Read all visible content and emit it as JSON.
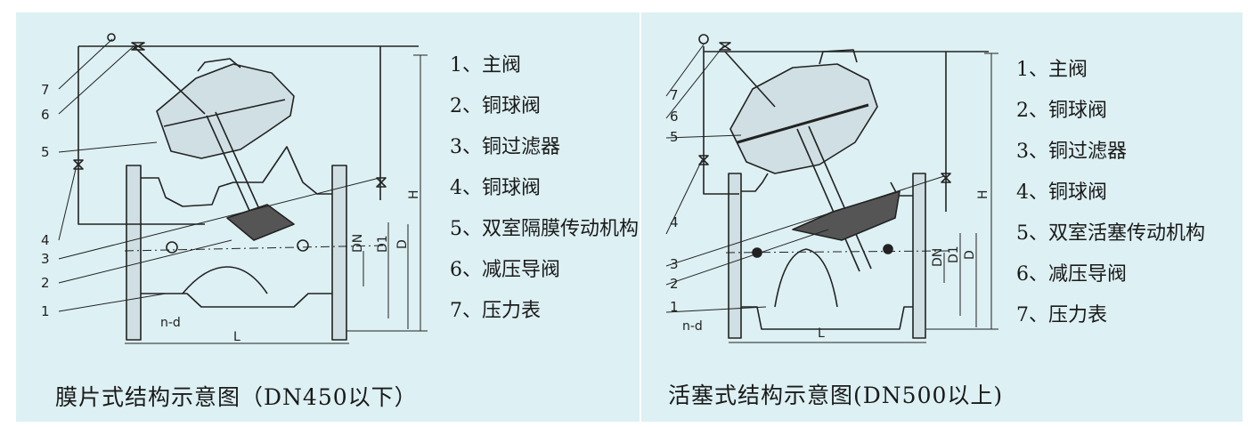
{
  "left": {
    "legend": [
      "1、主阀",
      "2、铜球阀",
      "3、铜过滤器",
      "4、铜球阀",
      "5、双室隔膜传动机构",
      "6、减压导阀",
      "7、压力表"
    ],
    "caption": "膜片式结构示意图（DN450以下）",
    "callouts": [
      "7",
      "6",
      "5",
      "4",
      "3",
      "2",
      "1"
    ],
    "dims": {
      "nd": "n-d",
      "L": "L",
      "H": "H",
      "DN": "DN",
      "D1": "D1",
      "D": "D"
    }
  },
  "right": {
    "legend": [
      "1、主阀",
      "2、铜球阀",
      "3、铜过滤器",
      "4、铜球阀",
      "5、双室活塞传动机构",
      "6、减压导阀",
      "7、压力表"
    ],
    "caption": "活塞式结构示意图(DN500以上)",
    "callouts": [
      "7",
      "6",
      "5",
      "4",
      "3",
      "2",
      "1"
    ],
    "dims": {
      "nd": "n-d",
      "L": "L",
      "H": "H",
      "DN": "DN",
      "D1": "D1",
      "D": "D"
    }
  },
  "colors": {
    "background": "#ddf0f3",
    "line": "#222222"
  }
}
